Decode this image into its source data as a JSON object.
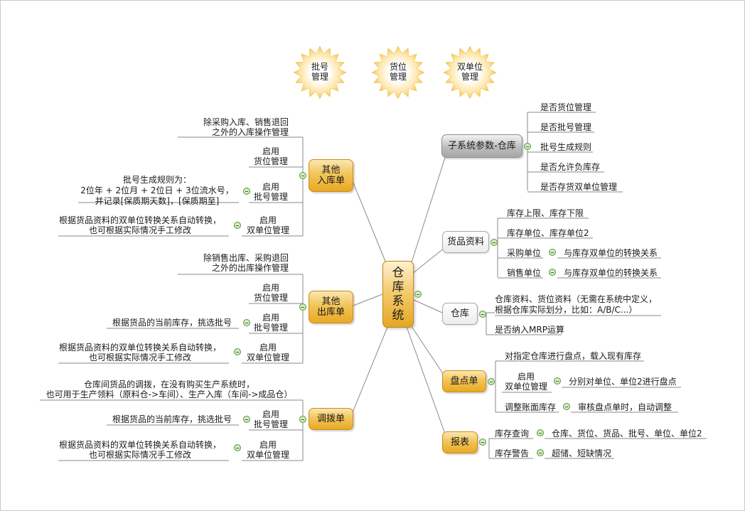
{
  "central": {
    "label": "仓\n库\n系\n统"
  },
  "top_bursts": [
    {
      "label": "批号\n管理",
      "icon": "starburst-icon"
    },
    {
      "label": "货位\n管理",
      "icon": "starburst-icon"
    },
    {
      "label": "双单位\n管理",
      "icon": "starburst-icon"
    }
  ],
  "right": {
    "params": {
      "title": "子系统参数-仓库",
      "items": [
        "是否货位管理",
        "是否批号管理",
        "批号生成规则",
        "是否允许负库存",
        "是否存货双单位管理"
      ]
    },
    "goods": {
      "title": "货品资料",
      "items": [
        "库存上限、库存下限",
        "库存单位、库存单位2",
        "采购单位",
        "与库存双单位的转换关系",
        "销售单位",
        "与库存双单位的转换关系"
      ]
    },
    "warehouse": {
      "title": "仓库",
      "items": [
        "仓库资料、货位资料（无需在系统中定义，\n根据仓库实际划分，比如：A/B/C...）",
        "是否纳入MRP运算"
      ]
    },
    "stocktake": {
      "title": "盘点单",
      "items": [
        "对指定仓库进行盘点，载入现有库存",
        "启用\n双单位管理",
        "分别对单位、单位2进行盘点",
        "调整账面库存",
        "审核盘点单时，自动调整"
      ]
    },
    "report": {
      "title": "报表",
      "items": [
        "库存查询",
        "仓库、货位、货品、批号、单位、单位2",
        "库存警告",
        "超储、短缺情况"
      ]
    }
  },
  "left": {
    "other_in": {
      "title": "其他\n入库单",
      "items": [
        "除采购入库、销售退回\n之外的入库操作管理",
        "启用\n货位管理",
        "批号生成规则为：\n2位年 + 2位月 + 2位日 + 3位流水号，\n并记录[保质期天数]，[保质期至]",
        "启用\n批号管理",
        "根据货品资料的双单位转换关系自动转换，\n也可根据实际情况手工修改",
        "启用\n双单位管理"
      ]
    },
    "other_out": {
      "title": "其他\n出库单",
      "items": [
        "除销售出库、采购退回\n之外的出库操作管理",
        "启用\n货位管理",
        "根据货品的当前库存，挑选批号",
        "启用\n批号管理",
        "根据货品资料的双单位转换关系自动转换，\n也可根据实际情况手工修改",
        "启用\n双单位管理"
      ]
    },
    "transfer": {
      "title": "调拨单",
      "items": [
        "仓库间货品的调拨，在没有购买生产系统时，\n也可用于生产领料（原料仓->车间）、生产入库（车间->成品仓）",
        "根据货品的当前库存，挑选批号",
        "启用\n批号管理",
        "根据货品资料的双单位转换关系自动转换，\n也可根据实际情况手工修改",
        "启用\n双单位管理"
      ]
    }
  }
}
